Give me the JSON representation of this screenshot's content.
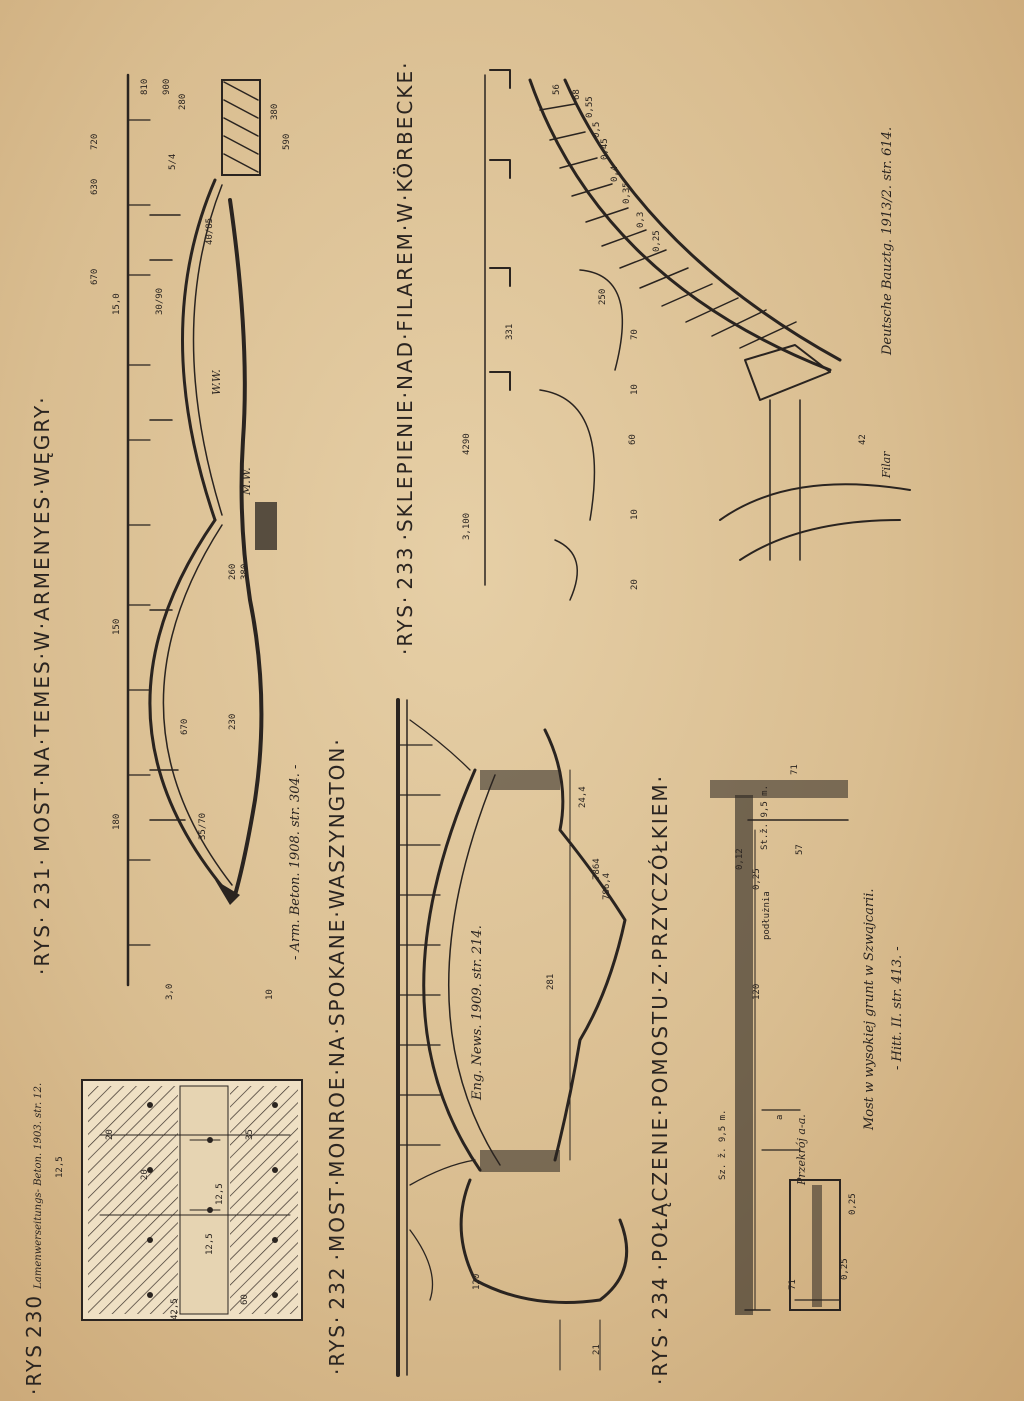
{
  "figures": {
    "fig230": {
      "caption_prefix": "·RYS",
      "caption_number": "230",
      "caption_text": "Lamenwerseitungs- Beton. 1903. str. 12.",
      "dims": [
        "20",
        "35",
        "20",
        "60",
        "42,5",
        "12,5",
        "12,5",
        "12,5",
        "10"
      ]
    },
    "fig231": {
      "caption_prefix": "·RYS·",
      "caption_number": "231·",
      "caption_title": "MOST·NA·TEMES·W·ARMENYES·WĘGRY·",
      "source": "- Arm. Beton. 1908. str. 304. -",
      "dims": [
        "900",
        "280",
        "810",
        "380",
        "720",
        "630",
        "670",
        "590",
        "3,0",
        "150",
        "180",
        "5/4",
        "40/85",
        "30/90",
        "W.W.",
        "M.W.",
        "260",
        "380",
        "670",
        "230",
        "35/70",
        "15,0"
      ]
    },
    "fig232": {
      "caption_prefix": "·RYS·",
      "caption_number": "232",
      "caption_title": "·MOST·MONROE·NA·SPOKANE·WASZYNGTON·",
      "source": "Eng. News. 1909. str. 214.",
      "dims": [
        "281",
        "24,4",
        "786,4",
        "7864",
        "120",
        "21"
      ]
    },
    "fig233": {
      "caption_prefix": "·RYS·",
      "caption_number": "233",
      "caption_title": "·SKLEPIENIE·NAD·FILAREM·W·KÖRBECKE·",
      "source": "Deutsche Bauztg. 1913/2. str. 614.",
      "dims": [
        "3,100",
        "4290",
        "331",
        "20",
        "70",
        "10",
        "10",
        "250",
        "60",
        "56",
        "68",
        "0,55",
        "0,5",
        "0,45",
        "0,4",
        "0,35",
        "0,3",
        "0,25",
        "Filar",
        "42"
      ]
    },
    "fig234": {
      "caption_prefix": "·RYS·",
      "caption_number": "234",
      "caption_title": "·POŁĄCZENIE·POMOSTU·Z·PRZYCZÓŁKIEM·",
      "note_1": "Most w wysokiej grunt w Szwajcarii.",
      "note_2": "- Hitt. II. str. 413. -",
      "section_label": "Przekrój a-a.",
      "dims": [
        "71",
        "0,12",
        "0,25",
        "57",
        "St.ž. 9,5 m.",
        "120",
        "podłużnia",
        "a",
        "Sz. ž. 9,5 m.",
        "0,25",
        "0,25",
        "71"
      ]
    }
  }
}
